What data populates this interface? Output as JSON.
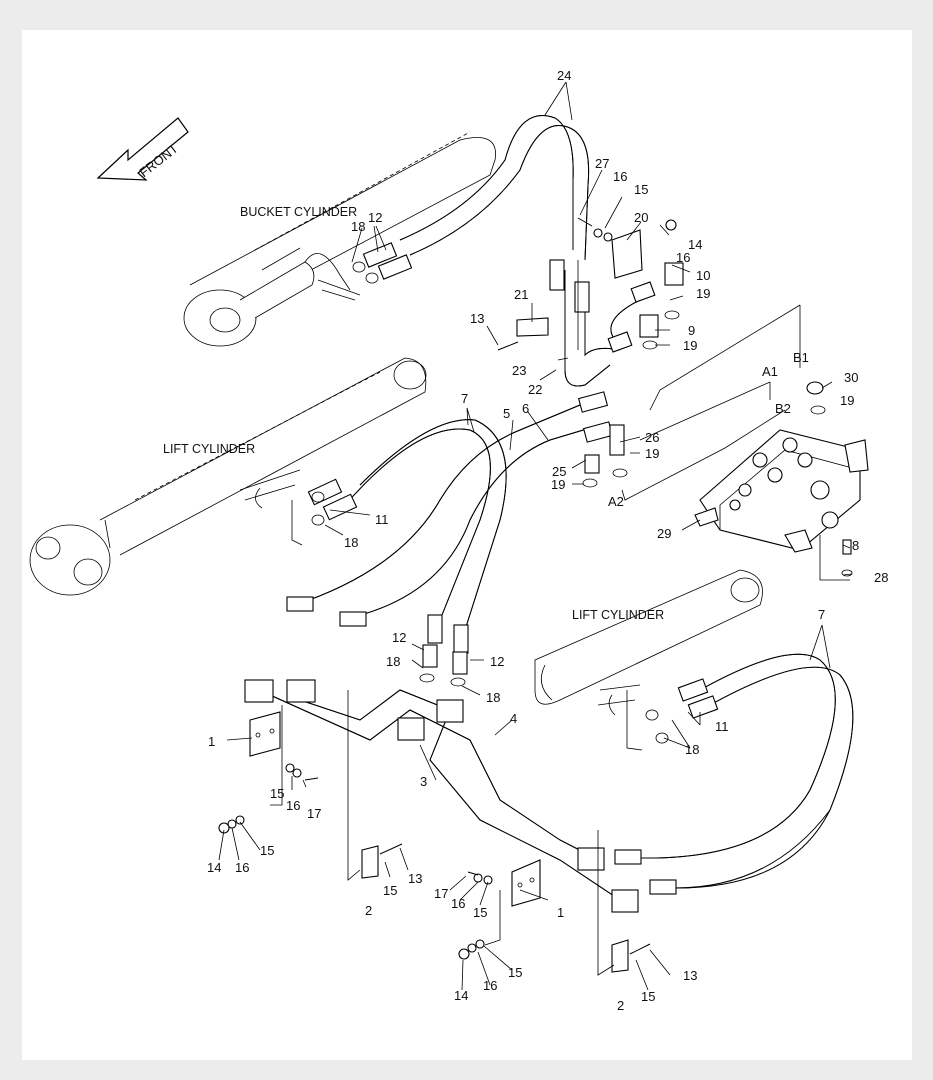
{
  "captions": {
    "front": "FRONT",
    "bucket_cylinder": "BUCKET CYLINDER",
    "lift_cylinder_left": "LIFT CYLINDER",
    "lift_cylinder_right": "LIFT CYLINDER"
  },
  "port_labels": {
    "a1": "A1",
    "b1": "B1",
    "a2": "A2",
    "b2": "B2"
  },
  "callouts": {
    "n1a": "1",
    "n1b": "1",
    "n2a": "2",
    "n2b": "2",
    "n3": "3",
    "n4": "4",
    "n5": "5",
    "n6": "6",
    "n7a": "7",
    "n7b": "7",
    "n8": "8",
    "n9": "9",
    "n10": "10",
    "n11a": "11",
    "n11b": "11",
    "n12a": "12",
    "n12b": "12",
    "n12c": "12",
    "n13a": "13",
    "n13b": "13",
    "n13c": "13",
    "n14a": "14",
    "n14b": "14",
    "n14c": "14",
    "n15a": "15",
    "n15b": "15",
    "n15c": "15",
    "n15d": "15",
    "n15e": "15",
    "n15f": "15",
    "n15g": "15",
    "n16a": "16",
    "n16b": "16",
    "n16c": "16",
    "n16d": "16",
    "n16e": "16",
    "n16f": "16",
    "n17a": "17",
    "n17b": "17",
    "n18a": "18",
    "n18b": "18",
    "n18c": "18",
    "n18d": "18",
    "n18e": "18",
    "n19a": "19",
    "n19b": "19",
    "n19c": "19",
    "n19d": "19",
    "n19e": "19",
    "n20": "20",
    "n21": "21",
    "n22": "22",
    "n23": "23",
    "n24": "24",
    "n25": "25",
    "n26": "26",
    "n27": "27",
    "n28": "28",
    "n29": "29",
    "n30": "30"
  }
}
